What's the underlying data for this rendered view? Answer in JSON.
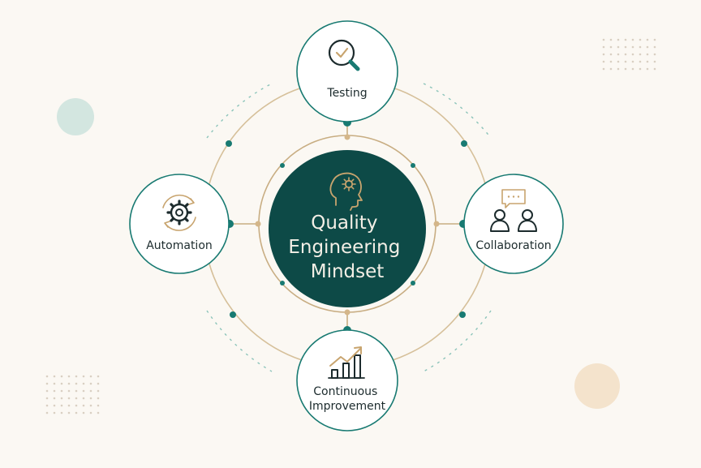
{
  "diagram": {
    "center": {
      "lines": [
        "Quality",
        "Engineering",
        "Mindset"
      ],
      "icon": "head-gear-icon"
    },
    "nodes": [
      {
        "id": "testing",
        "lines": [
          "Testing"
        ],
        "icon": "magnifier-check-icon"
      },
      {
        "id": "automation",
        "lines": [
          "Automation"
        ],
        "icon": "gear-cycle-icon"
      },
      {
        "id": "collaboration",
        "lines": [
          "Collaboration"
        ],
        "icon": "people-chat-icon"
      },
      {
        "id": "improvement",
        "lines": [
          "Continuous",
          "Improvement"
        ],
        "icon": "growth-chart-icon"
      }
    ],
    "colors": {
      "background": "#fbf8f3",
      "teal_dark": "#0d4a47",
      "teal": "#187a72",
      "gold": "#c8a46e",
      "text": "#1c2b2d"
    }
  }
}
